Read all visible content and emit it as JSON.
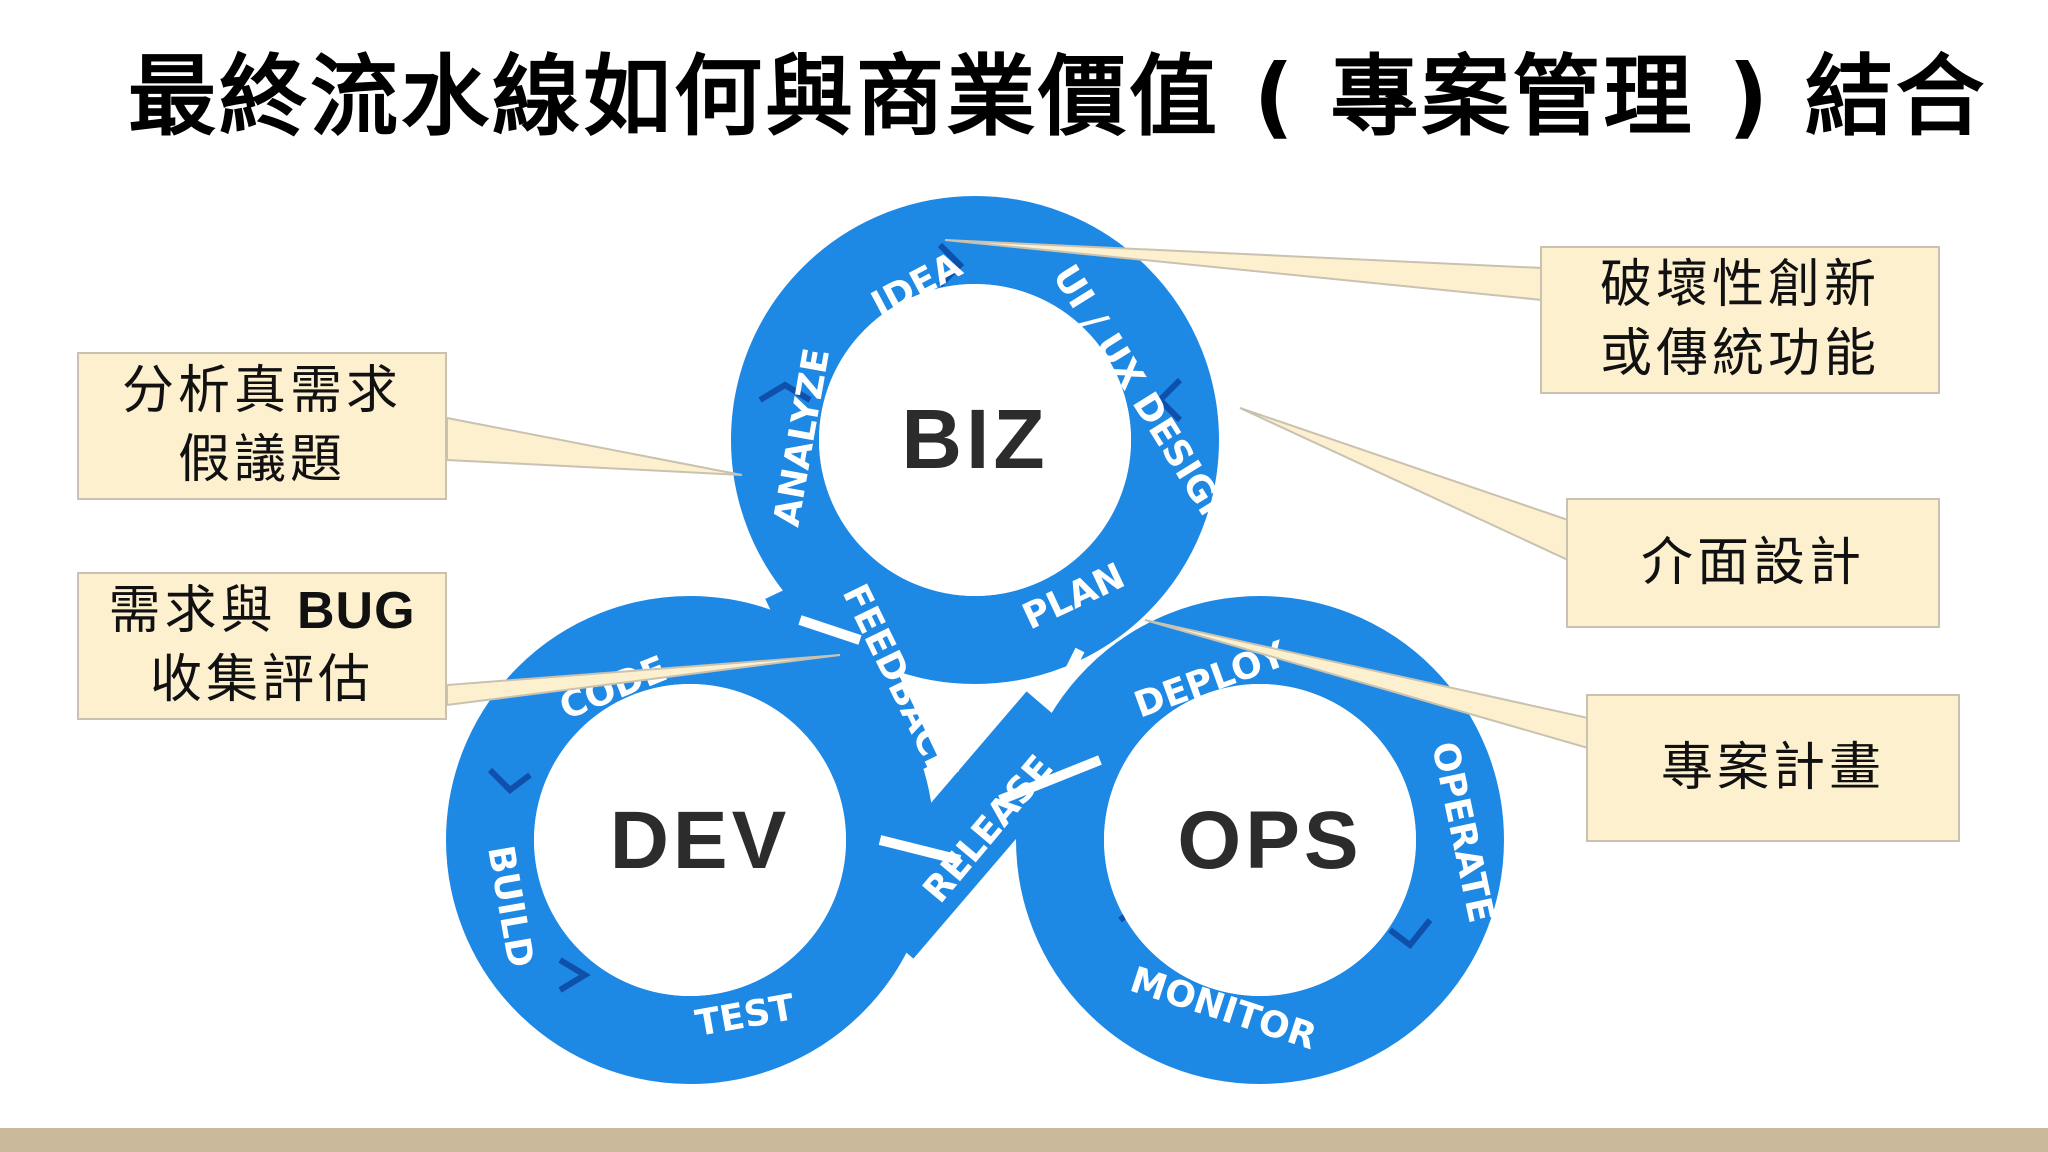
{
  "title": "最終流水線如何與商業價值 ( 專案管理 ) 結合",
  "loop": {
    "biz": "BIZ",
    "dev": "DEV",
    "ops": "OPS",
    "stages": {
      "idea": "IDEA",
      "uiux": "UI / UX DESIGN",
      "plan": "PLAN",
      "analyze": "ANALYZE",
      "feedback": "FEEDBACK",
      "code": "CODE",
      "build": "BUILD",
      "test": "TEST",
      "release": "RELEASE",
      "deploy": "DEPLOY",
      "operate": "OPERATE",
      "monitor": "MONITOR"
    }
  },
  "notes": {
    "innovation": [
      "破壞性創新",
      "或傳統功能"
    ],
    "analysis": [
      "分析真需求",
      "假議題"
    ],
    "feedback": {
      "prefix": "需求與",
      "bug": "BUG",
      "line2": "收集評估"
    },
    "ui": "介面設計",
    "plan": "專案計畫"
  },
  "colors": {
    "band": "#1e88e5",
    "chevron": "#0d47a1",
    "note_fill": "#fdf0cf",
    "footer": "#c9b99a"
  }
}
